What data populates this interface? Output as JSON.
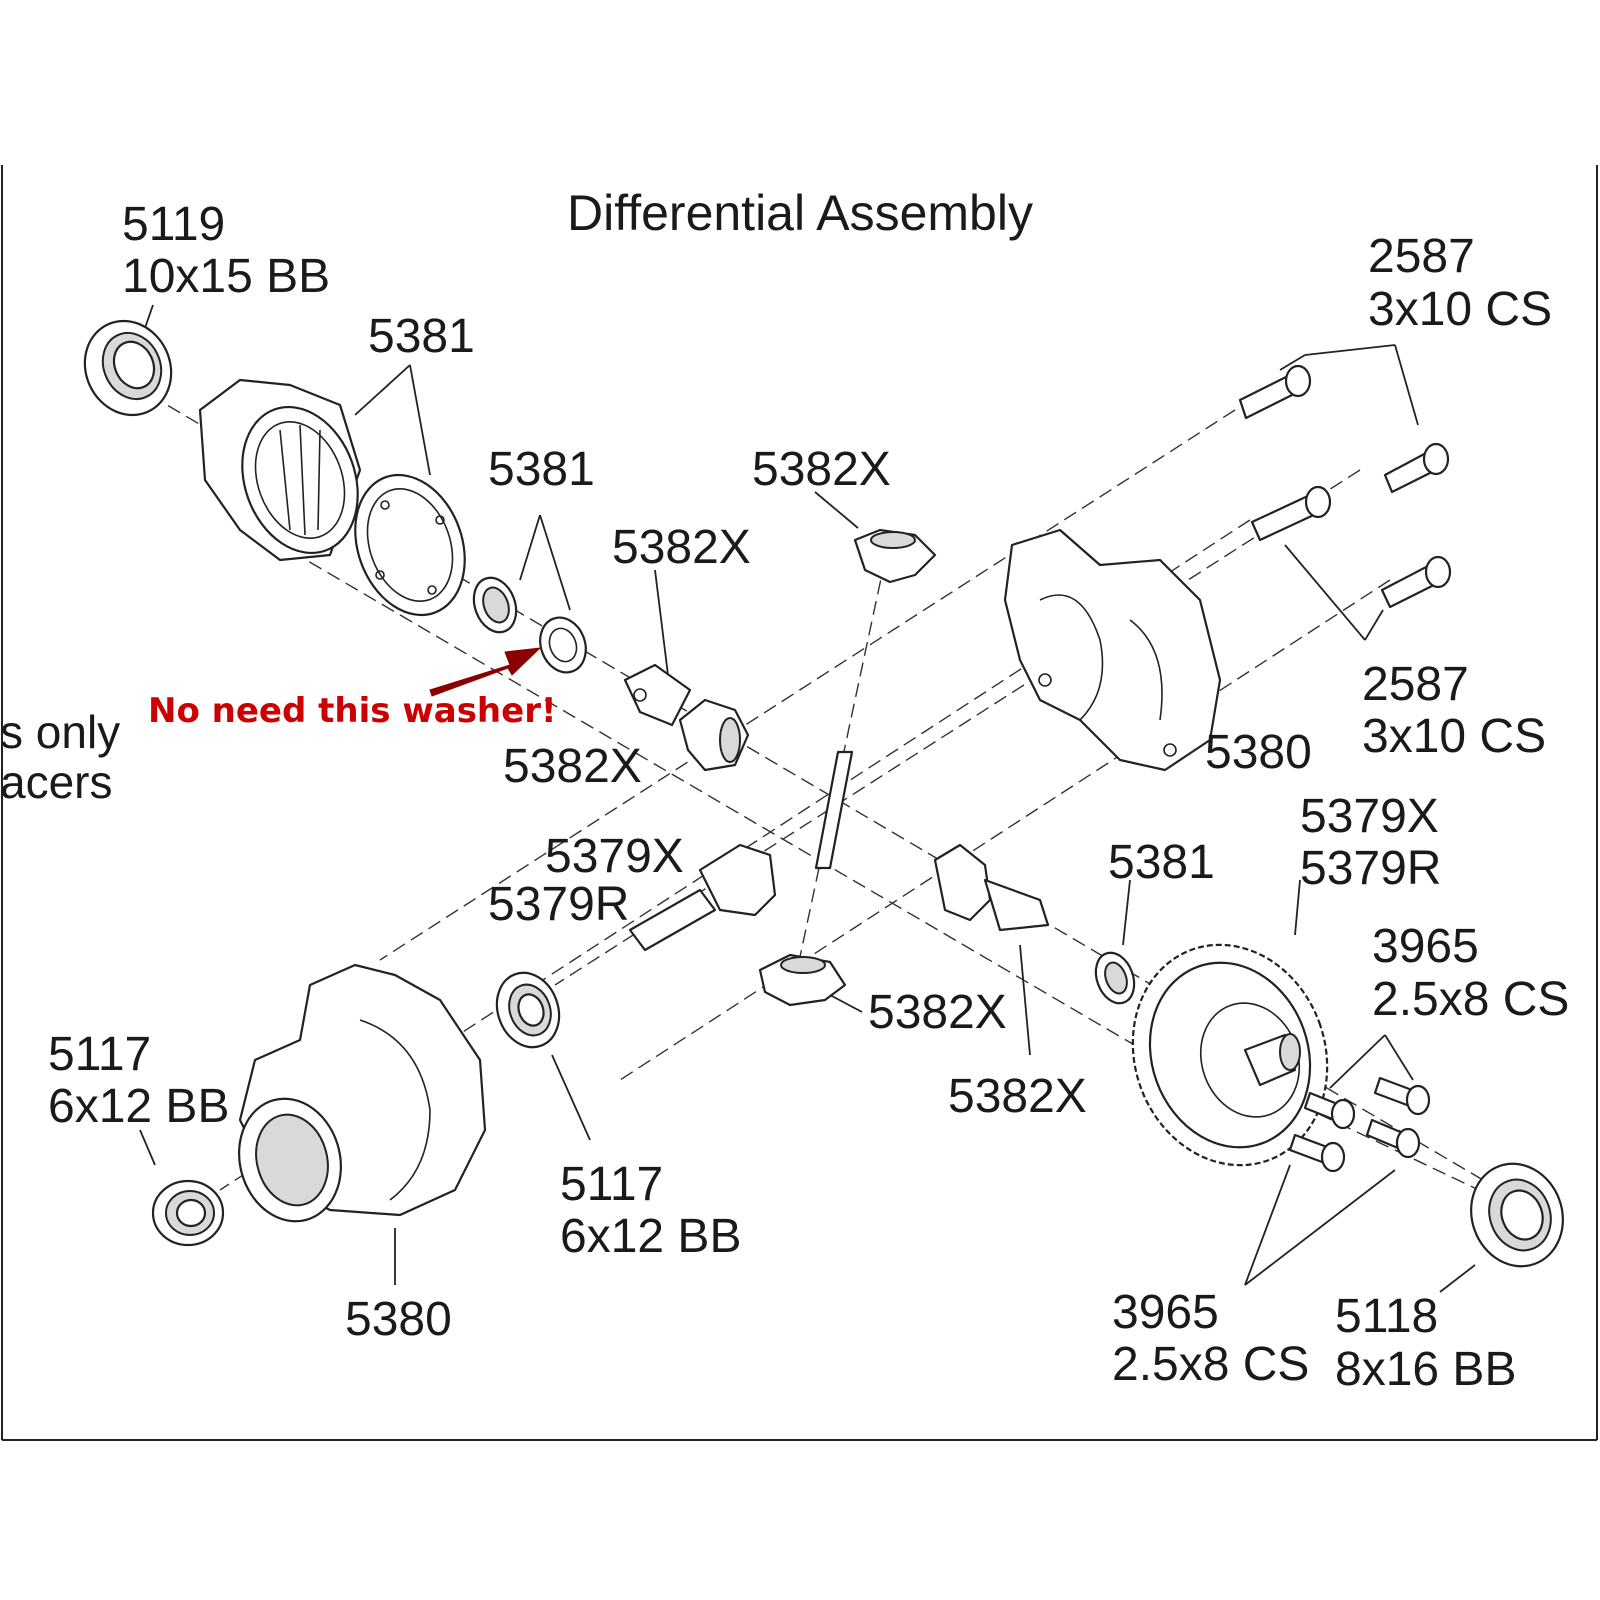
{
  "title": "Differential Assembly",
  "note": "No need this washer!",
  "note_color": "#cc0000",
  "side_text": [
    "s only",
    "acers"
  ],
  "labels": {
    "p5119_num": "5119",
    "p5119_desc": "10x15 BB",
    "p5381_a": "5381",
    "p5381_b": "5381",
    "p5382x_top": "5382X",
    "p5382x_mid": "5382X",
    "p5382x_left": "5382X",
    "p2587_a_num": "2587",
    "p2587_a_desc": "3x10 CS",
    "p2587_b_num": "2587",
    "p2587_b_desc": "3x10 CS",
    "p5380_right": "5380",
    "p5379_a_x": "5379X",
    "p5379_a_r": "5379R",
    "p5379_b_x": "5379X",
    "p5379_b_r": "5379R",
    "p5381_c": "5381",
    "p3965_a_num": "3965",
    "p3965_a_desc": "2.5x8 CS",
    "p5117_a_num": "5117",
    "p5117_a_desc": "6x12 BB",
    "p5382x_bot_a": "5382X",
    "p5382x_bot_b": "5382X",
    "p5117_b_num": "5117",
    "p5117_b_desc": "6x12 BB",
    "p5380_left": "5380",
    "p3965_b_num": "3965",
    "p3965_b_desc": "2.5x8 CS",
    "p5118_num": "5118",
    "p5118_desc": "8x16 BB"
  }
}
